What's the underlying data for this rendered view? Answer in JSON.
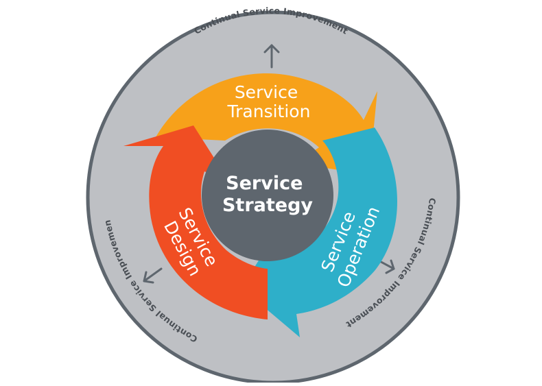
{
  "diagram": {
    "center": {
      "line1": "Service",
      "line2": "Strategy"
    },
    "segments": [
      {
        "key": "transition",
        "line1": "Service",
        "line2": "Transition",
        "color": "#F7A11A"
      },
      {
        "key": "operation",
        "line1": "Service",
        "line2": "Operation",
        "color": "#2EAFC9"
      },
      {
        "key": "design",
        "line1": "Service",
        "line2": "Design",
        "color": "#F04E23"
      }
    ],
    "ring_labels": [
      "Continual Service Improvement",
      "Continual Service Improvement",
      "Continual Service Improvement"
    ],
    "colors": {
      "outer_ring": "#BEC0C4",
      "outer_ring_stroke": "#5E666E",
      "center": "#5E666E",
      "arrows": "#5E666E"
    }
  }
}
